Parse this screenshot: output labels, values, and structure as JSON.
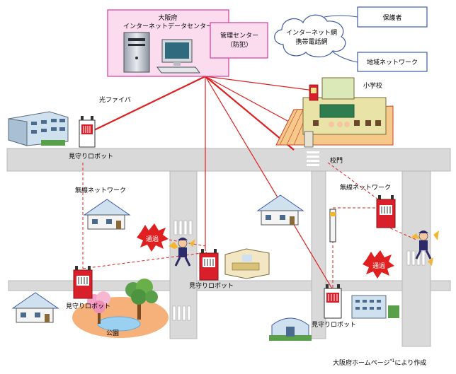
{
  "datacenter": {
    "line1": "大阪府",
    "line2": "インターネットデータセンター"
  },
  "control_center": {
    "line1": "管理センター",
    "line2": "（防犯）"
  },
  "internet": {
    "line1": "インターネット網",
    "line2": "携帯電話網"
  },
  "guardian_box": "保護者",
  "community_box": "地域ネットワーク",
  "labels": {
    "fiber": "光ファイバ",
    "school": "小学校",
    "school_gate": "校門",
    "wireless_left": "無線ネットワーク",
    "wireless_right": "無線ネットワーク",
    "robot_top": "見守りロボット",
    "robot_left": "見守りロボット",
    "robot_mid": "見守りロボット",
    "robot_right": "見守りロボット",
    "park": "公園",
    "alert_left": "通過",
    "alert_right": "通過"
  },
  "footer": {
    "text": "大阪府ホームページ",
    "sup": "*1",
    "suffix": "により作成"
  },
  "colors": {
    "pink_fill": "#fbdcef",
    "pink_border": "#d63b9e",
    "blue_border": "#3d5aa6",
    "road": "#d9d9d9",
    "fiber_line": "#e02020",
    "robot_red": "#d9202a",
    "park": "#f6b07a"
  },
  "icons": [
    "server-icon",
    "computer-icon",
    "cloud-icon",
    "robot-icon",
    "house-icon",
    "building-icon",
    "school-icon",
    "tree-icon",
    "child-icon",
    "alert-badge-icon"
  ]
}
